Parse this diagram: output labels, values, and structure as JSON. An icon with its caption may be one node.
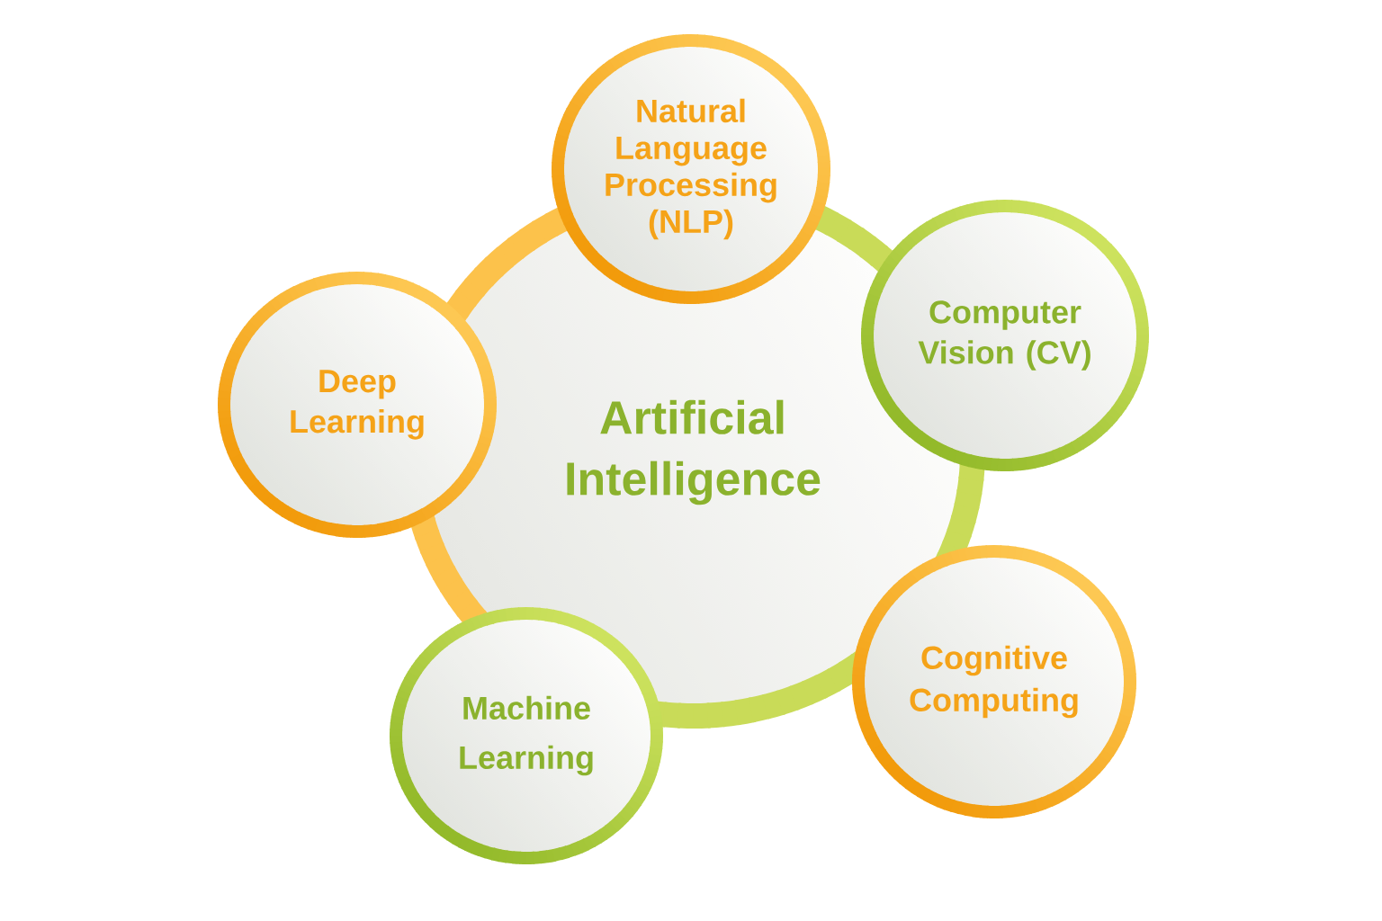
{
  "diagram": {
    "nodes": [
      {
        "text": [
          "Artificial Intelligence"
        ]
      },
      {
        "text": [
          "Natural Language Processing (NLP)"
        ]
      },
      {
        "text": [
          "Computer Vision (CV)"
        ]
      },
      {
        "text": [
          "Cognitive Computing"
        ]
      },
      {
        "text": [
          "Machine Learning"
        ]
      },
      {
        "text": [
          "Deep Learning"
        ]
      }
    ]
  }
}
